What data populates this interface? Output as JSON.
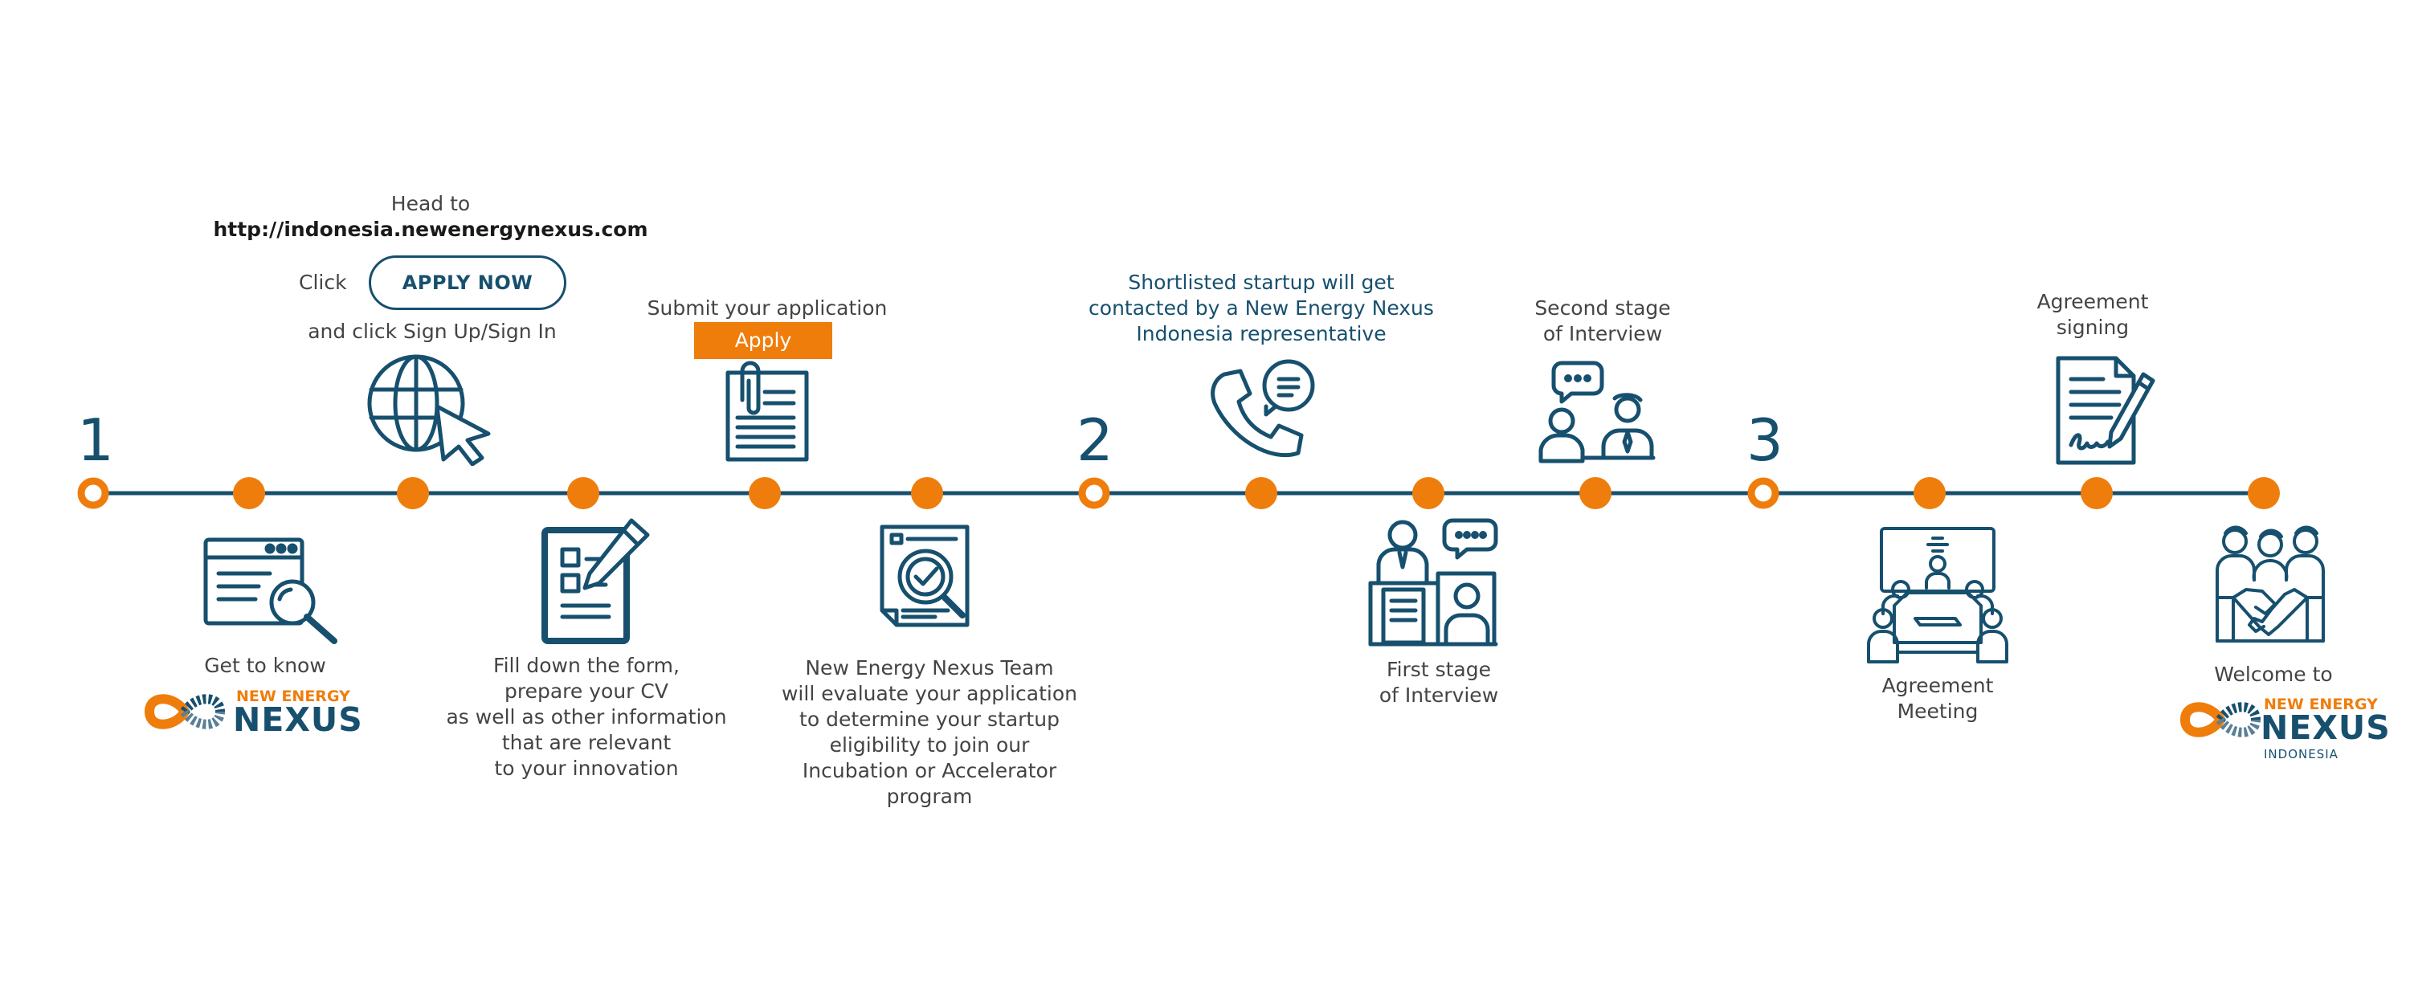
{
  "colors": {
    "primary": "#17506e",
    "accent": "#ef7d0c",
    "text": "#444444"
  },
  "stages": [
    "1",
    "2",
    "3"
  ],
  "head_to": {
    "line1": "Head to",
    "url": "http://indonesia.newenergynexus.com",
    "click": "Click",
    "button": "APPLY NOW",
    "line3": "and click Sign Up/Sign In"
  },
  "submit": {
    "label": "Submit your application",
    "button": "Apply"
  },
  "shortlisted": [
    "Shortlisted startup will get",
    "contacted by a New Energy Nexus",
    "Indonesia representative"
  ],
  "second_interview": [
    "Second stage",
    "of Interview"
  ],
  "agreement_signing": [
    "Agreement",
    "signing"
  ],
  "get_to_know": "Get to know",
  "fill_form": [
    "Fill down the form,",
    "prepare your CV",
    "as well as other information",
    "that are relevant",
    "to your innovation"
  ],
  "evaluate": [
    "New Energy Nexus Team",
    "will evaluate your application",
    "to determine  your startup",
    "eligibility to join our",
    "Incubation or Accelerator",
    "program"
  ],
  "first_interview": [
    "First stage",
    "of Interview"
  ],
  "agreement_meeting": [
    "Agreement",
    "Meeting"
  ],
  "welcome": "Welcome to",
  "logo": {
    "small": "NEW ENERGY",
    "big": "NEXUS",
    "sub": "INDONESIA"
  },
  "icons": [
    "globe-cursor-icon",
    "clipboard-clip-icon",
    "phone-chat-icon",
    "interview-chat-icon",
    "contract-pen-icon",
    "browser-search-icon",
    "form-pencil-icon",
    "document-magnifier-icon",
    "desk-interview-icon",
    "meeting-table-icon",
    "handshake-team-icon"
  ]
}
